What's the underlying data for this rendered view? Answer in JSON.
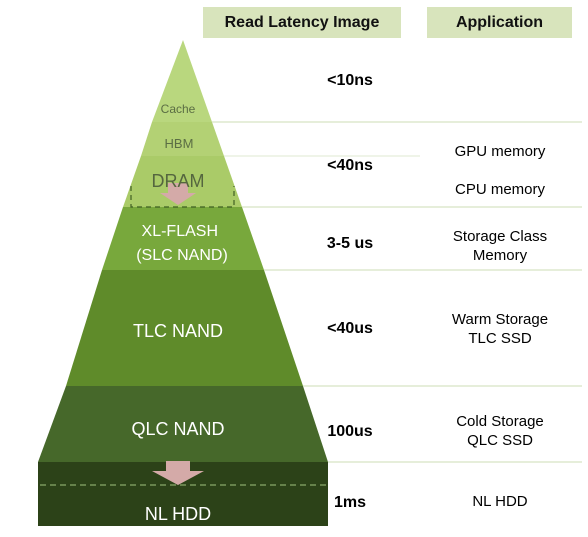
{
  "headers": {
    "latency": "Read Latency Image",
    "application": "Application"
  },
  "tiers": [
    {
      "label": "Cache"
    },
    {
      "label": "HBM"
    },
    {
      "label": "DRAM"
    },
    {
      "label": "XL-FLASH\n(SLC NAND)"
    },
    {
      "label": "TLC NAND"
    },
    {
      "label": "QLC NAND"
    },
    {
      "label": "NL HDD"
    }
  ],
  "latencies": [
    "<10ns",
    "<40ns",
    "3-5 us",
    "<40us",
    "100us",
    "1ms"
  ],
  "applications": {
    "gpu": "GPU memory",
    "cpu": "CPU memory",
    "scm": "Storage Class\nMemory",
    "warm": "Warm Storage\nTLC SSD",
    "cold": "Cold Storage\nQLC SSD",
    "hdd": "NL HDD"
  },
  "colors": {
    "cache": "#b9d77e",
    "hbm": "#b3d174",
    "dram": "#aacb68",
    "xlflash": "#78a83c",
    "tlc": "#5f8b2a",
    "qlc": "#46682a",
    "hdd": "#2c4218",
    "header_bg": "#d8e4bc",
    "arrow": "#d4aaa8"
  }
}
